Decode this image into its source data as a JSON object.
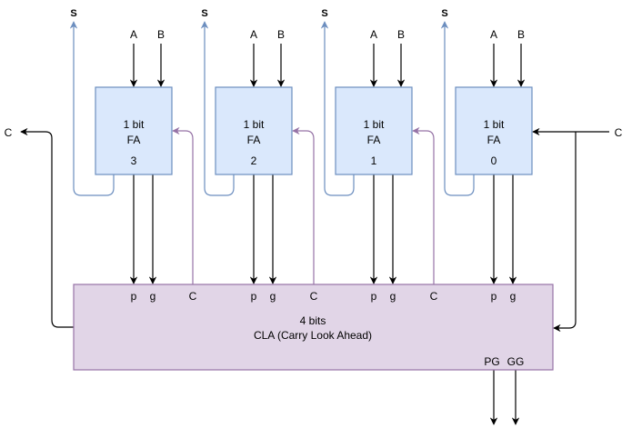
{
  "colors": {
    "fa_fill": "#dae8fc",
    "fa_stroke": "#6c8ebf",
    "cla_fill": "#e1d5e7",
    "cla_stroke": "#9673a6",
    "wire": "#000000",
    "sum_wire": "#6c8ebf",
    "carry_wire": "#9673a6"
  },
  "adders": [
    {
      "line1": "1 bit",
      "line2": "FA",
      "index": "3",
      "sum_label": "S",
      "in_a": "A",
      "in_b": "B",
      "p_label": "p",
      "g_label": "g",
      "carry_label": "C"
    },
    {
      "line1": "1 bit",
      "line2": "FA",
      "index": "2",
      "sum_label": "S",
      "in_a": "A",
      "in_b": "B",
      "p_label": "p",
      "g_label": "g",
      "carry_label": "C"
    },
    {
      "line1": "1 bit",
      "line2": "FA",
      "index": "1",
      "sum_label": "S",
      "in_a": "A",
      "in_b": "B",
      "p_label": "p",
      "g_label": "g",
      "carry_label": "C"
    },
    {
      "line1": "1 bit",
      "line2": "FA",
      "index": "0",
      "sum_label": "S",
      "in_a": "A",
      "in_b": "B",
      "p_label": "p",
      "g_label": "g"
    }
  ],
  "cla": {
    "line1": "4 bits",
    "line2": "CLA (Carry Look Ahead)",
    "pg_label": "PG",
    "gg_label": "GG"
  },
  "carry_in_label": "C",
  "carry_out_label": "C"
}
